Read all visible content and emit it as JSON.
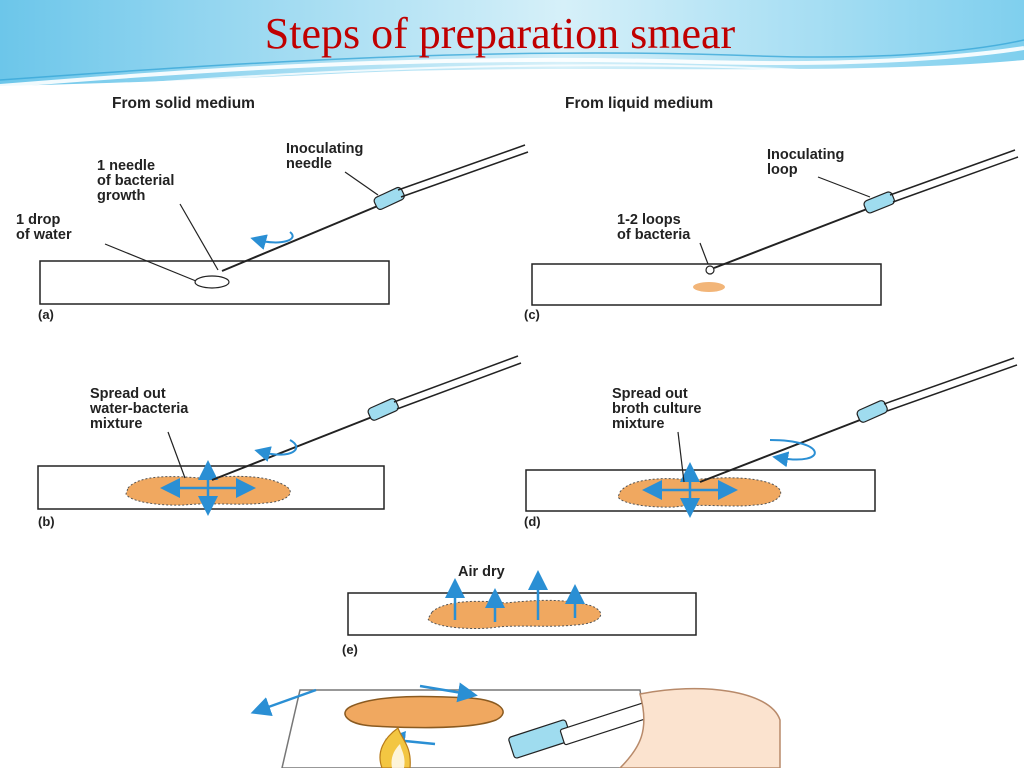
{
  "slide": {
    "title": "Steps of preparation smear"
  },
  "diagram": {
    "headers": {
      "solid": "From solid medium",
      "liquid": "From liquid medium"
    },
    "labels": {
      "inoculating_needle": [
        "Inoculating",
        "needle"
      ],
      "needle_growth": [
        "1 needle",
        "of bacterial",
        "growth"
      ],
      "drop_water": [
        "1 drop",
        "of water"
      ],
      "inoculating_loop": [
        "Inoculating",
        "loop"
      ],
      "loops_bacteria": [
        "1-2 loops",
        "of bacteria"
      ],
      "spread_water": [
        "Spread out",
        "water-bacteria",
        "mixture"
      ],
      "spread_broth": [
        "Spread out",
        "broth culture",
        "mixture"
      ],
      "air_dry": "Air dry"
    },
    "panels": {
      "a": "(a)",
      "b": "(b)",
      "c": "(c)",
      "d": "(d)",
      "e": "(e)"
    },
    "colors": {
      "title": "#c00000",
      "smear": "#f0a860",
      "handle": "#9fdcef",
      "arrow": "#2a8fd4",
      "ink": "#222222"
    }
  }
}
